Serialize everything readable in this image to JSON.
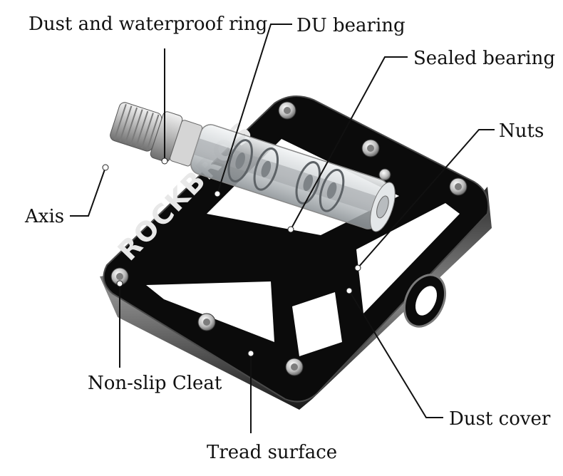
{
  "labels": {
    "dust_ring": "Dust and waterproof ring",
    "du_bearing": "DU bearing",
    "sealed_bearing": "Sealed bearing",
    "nuts": "Nuts",
    "axis": "Axis",
    "non_slip_cleat": "Non-slip Cleat",
    "tread_surface": "Tread surface",
    "dust_cover": "Dust cover"
  },
  "brand_text": "ROCKBROS",
  "colors": {
    "body": "#0b0b0b",
    "edge": "#6a6a6a",
    "axle": "#c8c8c8",
    "sleeve": "#d9dde0",
    "label": "#111111"
  }
}
